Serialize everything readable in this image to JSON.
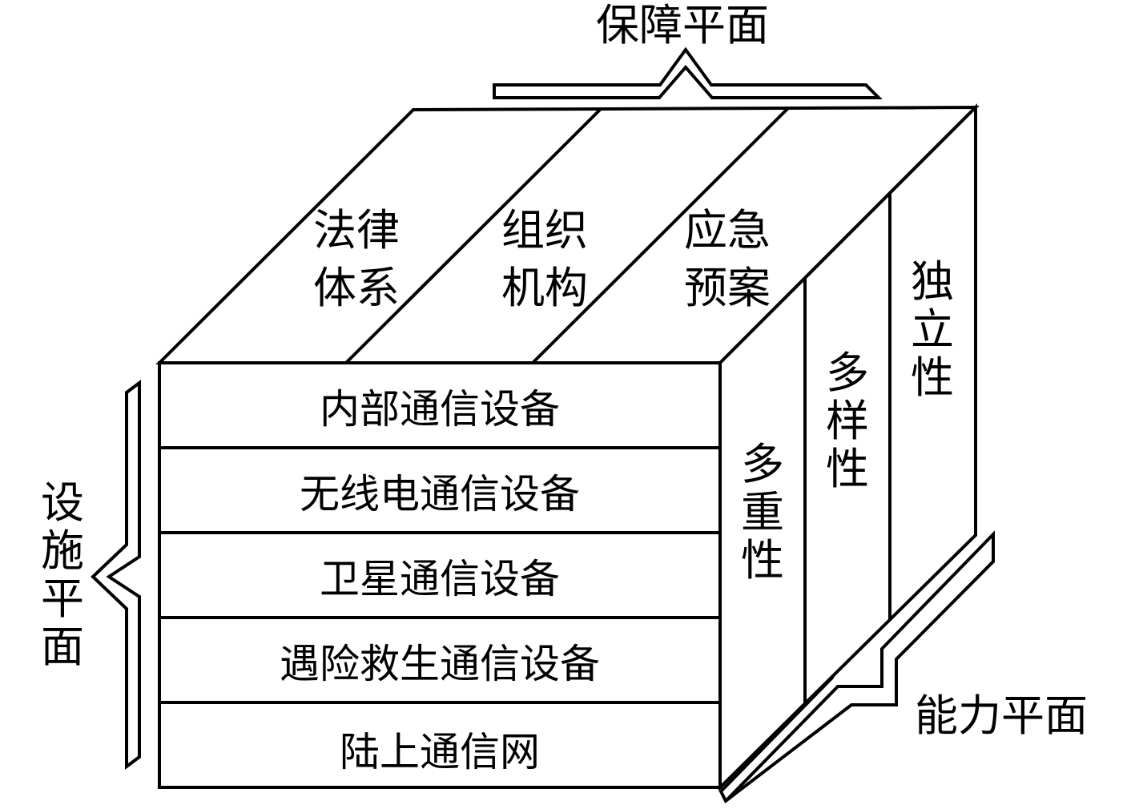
{
  "planes": {
    "guarantee": "保障平面",
    "facility": "设施平面",
    "capability": "能力平面"
  },
  "top_strips": [
    {
      "line1": "法律",
      "line2": "体系"
    },
    {
      "line1": "组织",
      "line2": "机构"
    },
    {
      "line1": "应急",
      "line2": "预案"
    }
  ],
  "front_layers": [
    "内部通信设备",
    "无线电通信设备",
    "卫星通信设备",
    "遇险救生通信设备",
    "陆上通信网"
  ],
  "side_strips": [
    {
      "chars": [
        "多",
        "重",
        "性"
      ]
    },
    {
      "chars": [
        "多",
        "样",
        "性"
      ]
    },
    {
      "chars": [
        "独",
        "立",
        "性"
      ]
    }
  ]
}
